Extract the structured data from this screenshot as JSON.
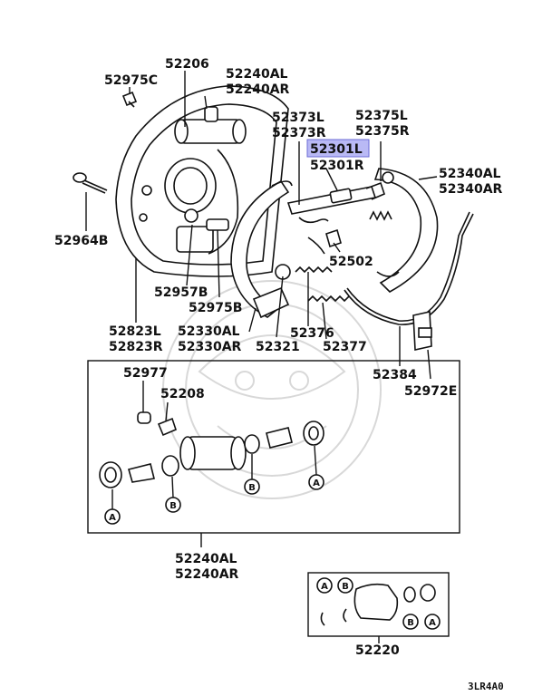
{
  "labels": {
    "p52206": "52206",
    "p52240AL_top": "52240AL",
    "p52240AR_top": "52240AR",
    "p52975C": "52975C",
    "p52373L": "52373L",
    "p52373R": "52373R",
    "p52375L": "52375L",
    "p52375R": "52375R",
    "p52301L": "52301L",
    "p52301R": "52301R",
    "p52340AL": "52340AL",
    "p52340AR": "52340AR",
    "p52964B": "52964B",
    "p52502": "52502",
    "p52957B": "52957B",
    "p52975B": "52975B",
    "p52823L": "52823L",
    "p52823R": "52823R",
    "p52330AL": "52330AL",
    "p52330AR": "52330AR",
    "p52321": "52321",
    "p52376": "52376",
    "p52377": "52377",
    "p52384": "52384",
    "p52972E": "52972E",
    "p52977": "52977",
    "p52208": "52208",
    "p52240AL_kit": "52240AL",
    "p52240AR_kit": "52240AR",
    "p52220": "52220",
    "code": "3LR4A0"
  },
  "markers": {
    "a": "A",
    "b": "B"
  },
  "colors": {
    "highlight_fill": "#b9b9f5",
    "highlight_stroke": "#6b6bd6",
    "line": "#111111",
    "watermark": "#d8d8d8"
  }
}
